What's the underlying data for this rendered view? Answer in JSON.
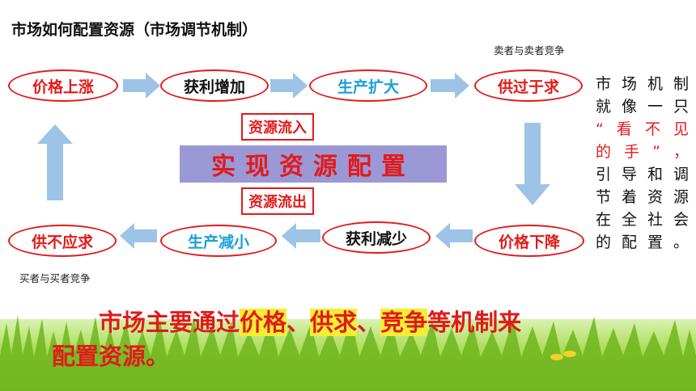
{
  "title": "市场如何配置资源（市场调节机制）",
  "notes": {
    "top_right": "卖者与卖者竞争",
    "bottom_left": "买者与买者竞争"
  },
  "cycle": {
    "top_row": [
      "价格上涨",
      "获利增加",
      "生产扩大",
      "供过于求"
    ],
    "bottom_row": [
      "供不应求",
      "生产减小",
      "获利减少",
      "价格下降"
    ]
  },
  "center": {
    "inflow": "资源流入",
    "main": "实现资源配置",
    "outflow": "资源流出"
  },
  "side_text": {
    "l1": "市场机制",
    "l2": "就像一只",
    "l3": "“看不见",
    "l4": "的手”，",
    "l5": "引导和调",
    "l6": "节着资源",
    "l7": "在全社会",
    "l8": "的配置。"
  },
  "summary": {
    "p1": "市场主要通过",
    "k1": "价格",
    "s1": "、",
    "k2": "供求",
    "s2": "、",
    "k3": "竞争",
    "p2": "等机制来",
    "p3": "配置资源。"
  },
  "colors": {
    "accent_red": "#e21a1a",
    "arrow_blue": "#9dc3e6",
    "text_blue": "#1aa0d8",
    "center_bar": "#9b98d6",
    "highlight": "#f4ee35"
  }
}
